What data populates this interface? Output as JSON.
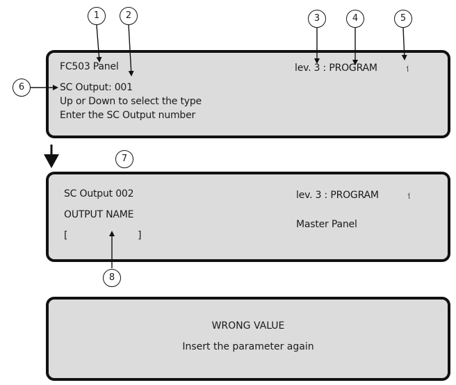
{
  "callouts": [
    "1",
    "2",
    "3",
    "4",
    "5",
    "6",
    "7",
    "8"
  ],
  "screen1": {
    "panel_name": "FC503 Panel",
    "level": "lev. 3 :  PROGRAM",
    "output_line": "SC Output: 001",
    "hint_line1": "Up or Down to select the type",
    "hint_line2": "Enter the SC Output number",
    "signal_icon": "antenna-icon"
  },
  "screen2": {
    "output_title": "SC Output 002",
    "level": "lev. 3 :  PROGRAM",
    "field_label": "OUTPUT NAME",
    "bracket_open": "[",
    "bracket_close": "]",
    "panel_label": "Master Panel",
    "signal_icon": "antenna-icon"
  },
  "screen3": {
    "error_title": "WRONG VALUE",
    "error_message": "Insert the parameter again"
  }
}
